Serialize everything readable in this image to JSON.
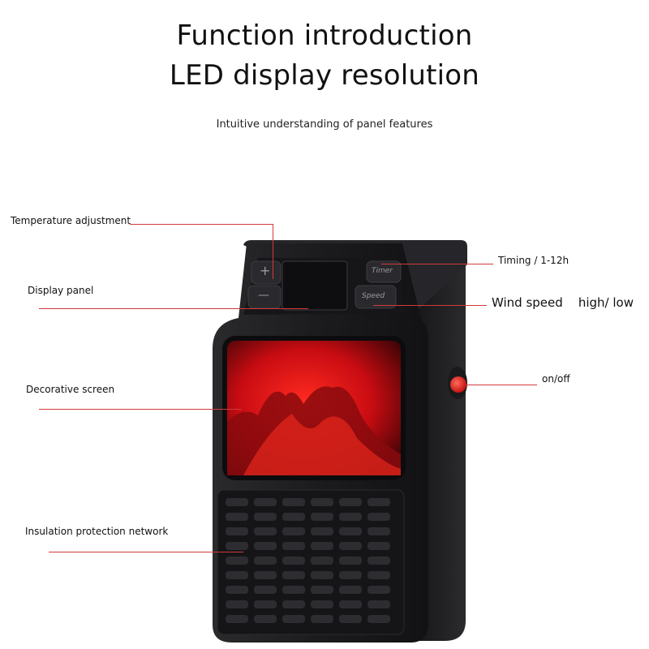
{
  "header": {
    "title_line1": "Function introduction",
    "title_line2": "LED display resolution",
    "subtitle": "Intuitive understanding of panel features"
  },
  "labels": {
    "temperature_adjustment": "Temperature adjustment",
    "display_panel": "Display panel",
    "decorative_screen": "Decorative screen",
    "insulation_protection_network": "Insulation protection network",
    "timing": "Timing / 1-12h",
    "wind_speed": "Wind speed    high/ low",
    "on_off": "on/off"
  },
  "device_panel": {
    "plus": "+",
    "minus": "—",
    "timer": "Timer",
    "speed": "Speed"
  },
  "colors": {
    "callout_line": "#d23a3a",
    "heater_body": "#1c1c1e",
    "flame": "#e0141c",
    "power_button": "#e82a2a"
  }
}
